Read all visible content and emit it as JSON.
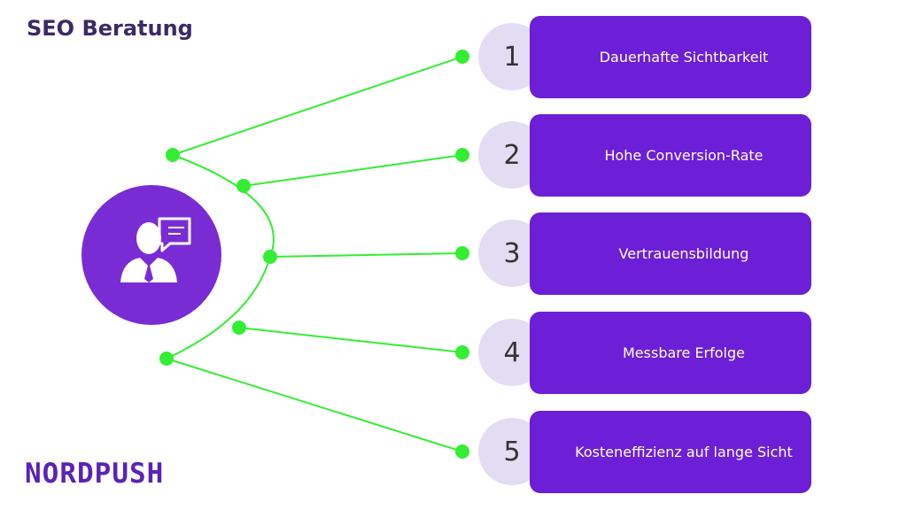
{
  "title": "SEO Beratung",
  "logo": "NORDPUSH",
  "colors": {
    "box": "#6c1fd6",
    "badge": "#e3ddf4",
    "line": "#33ee33",
    "avatar": "#7a2cd4",
    "title": "#3b2a66"
  },
  "center_icon": "consultant-chat-icon",
  "items": [
    {
      "number": "1",
      "label": "Dauerhafte Sichtbarkeit"
    },
    {
      "number": "2",
      "label": "Hohe Conversion-Rate"
    },
    {
      "number": "3",
      "label": "Vertrauensbildung"
    },
    {
      "number": "4",
      "label": "Messbare Erfolge"
    },
    {
      "number": "5",
      "label": "Kosteneffizienz auf lange Sicht"
    }
  ]
}
